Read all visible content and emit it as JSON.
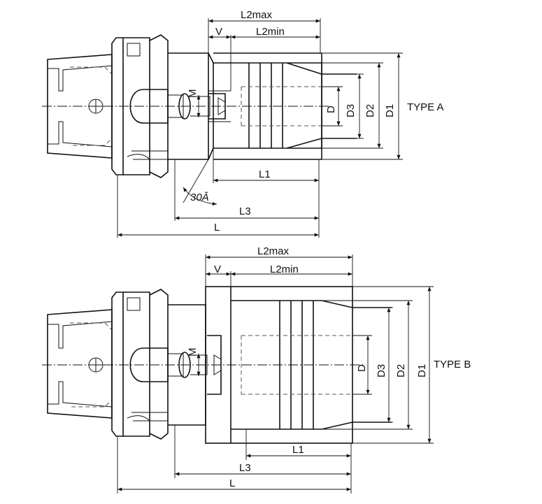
{
  "type_a": {
    "type_label": "TYPE A",
    "dims": {
      "l2max": "L2max",
      "v": "V",
      "l2min": "L2min",
      "m": "M",
      "d": "D",
      "d3": "D3",
      "d2": "D2",
      "d1": "D1",
      "l1": "L1",
      "l3": "L3",
      "l": "L",
      "angle": "30Ă"
    }
  },
  "type_b": {
    "type_label": "TYPE B",
    "dims": {
      "l2max": "L2max",
      "v": "V",
      "l2min": "L2min",
      "m": "M",
      "d": "D",
      "d3": "D3",
      "d2": "D2",
      "d1": "D1",
      "l1": "L1",
      "l3": "L3",
      "l": "L"
    }
  }
}
